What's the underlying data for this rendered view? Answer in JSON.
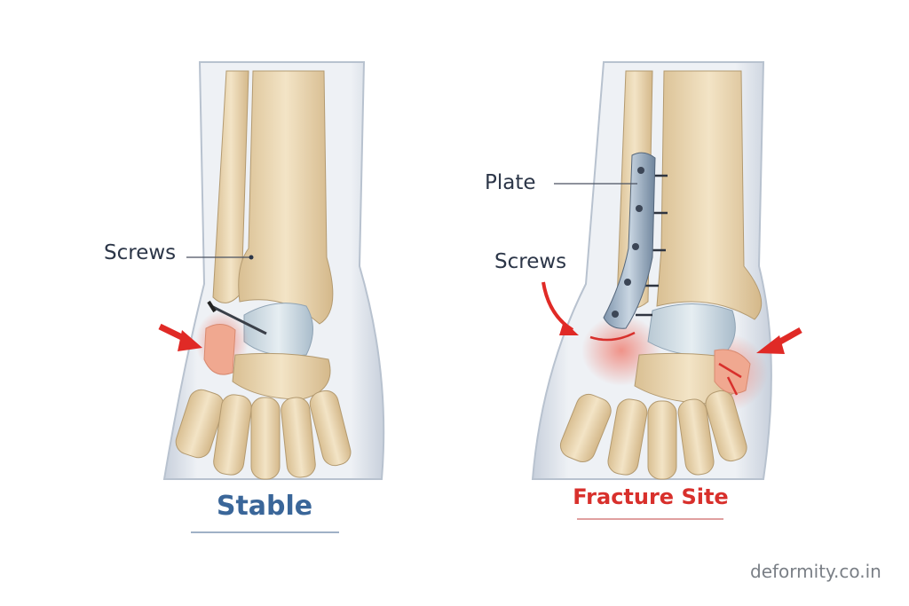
{
  "left_panel": {
    "label_screws": "Screws",
    "caption": "Stable"
  },
  "right_panel": {
    "label_plate": "Plate",
    "label_screws": "Screws",
    "caption": "Fracture Site"
  },
  "watermark": "deformity.co.in",
  "colors": {
    "stable": "#3a6699",
    "fracture": "#d8302c",
    "bone": "#ecd9b4",
    "arrow": "#e02a26"
  }
}
